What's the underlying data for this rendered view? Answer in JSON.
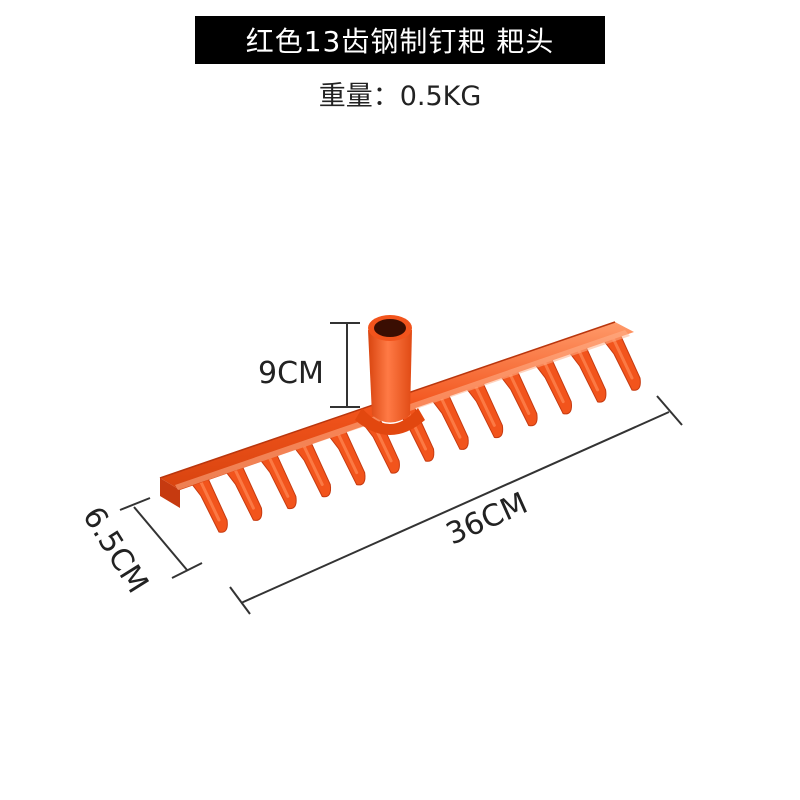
{
  "title": "红色13齿钢制钉耙 耙头",
  "weight": "重量：0.5KG",
  "dimensions": {
    "handle_height": "9CM",
    "tine_length": "6.5CM",
    "width": "36CM"
  },
  "colors": {
    "rake": "#f2541c",
    "rake_dark": "#c63a10",
    "rake_light": "#ff8a55",
    "title_bg": "#000000"
  }
}
